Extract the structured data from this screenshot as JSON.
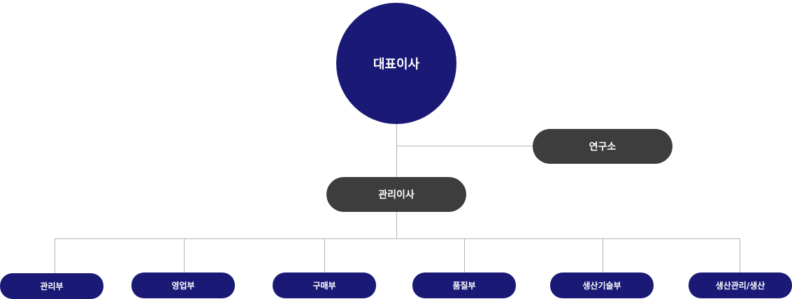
{
  "ceo": {
    "label": "대표이사"
  },
  "lab": {
    "label": "연구소"
  },
  "director": {
    "label": "관리이사"
  },
  "departments": [
    {
      "label": "관리부"
    },
    {
      "label": "영업부"
    },
    {
      "label": "구매부"
    },
    {
      "label": "품질부"
    },
    {
      "label": "생산기술부"
    },
    {
      "label": "생산관리/생산"
    }
  ],
  "colors": {
    "navy": "#1a1976",
    "dark": "#3d3d3d",
    "connector": "#b3b3b3"
  }
}
